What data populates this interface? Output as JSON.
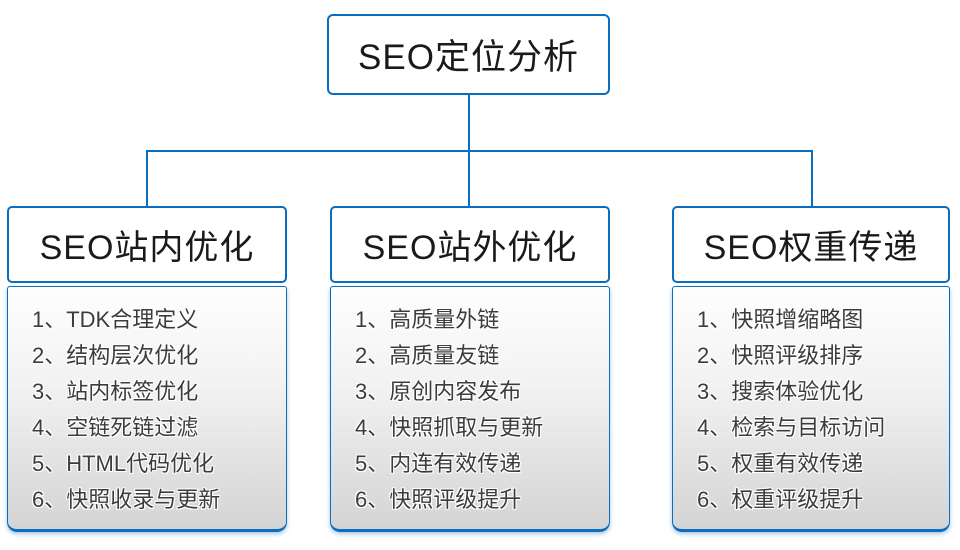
{
  "diagram": {
    "root": {
      "label": "SEO定位分析"
    },
    "branches": [
      {
        "title": "SEO站内优化",
        "items": [
          "1、TDK合理定义",
          "2、结构层次优化",
          "3、站内标签优化",
          "4、空链死链过滤",
          "5、HTML代码优化",
          "6、快照收录与更新"
        ]
      },
      {
        "title": "SEO站外优化",
        "items": [
          "1、高质量外链",
          "2、高质量友链",
          "3、原创内容发布",
          "4、快照抓取与更新",
          "5、内连有效传递",
          "6、快照评级提升"
        ]
      },
      {
        "title": "SEO权重传递",
        "items": [
          "1、快照增缩略图",
          "2、快照评级排序",
          "3、搜索体验优化",
          "4、检索与目标访问",
          "5、权重有效传递",
          "6、权重评级提升"
        ]
      }
    ],
    "colors": {
      "accent_blue": "#0b6dbe",
      "header_text": "#1a1a1a",
      "item_text": "#3c3c3c",
      "panel_gradient_bottom": "#d4d4d4"
    }
  }
}
